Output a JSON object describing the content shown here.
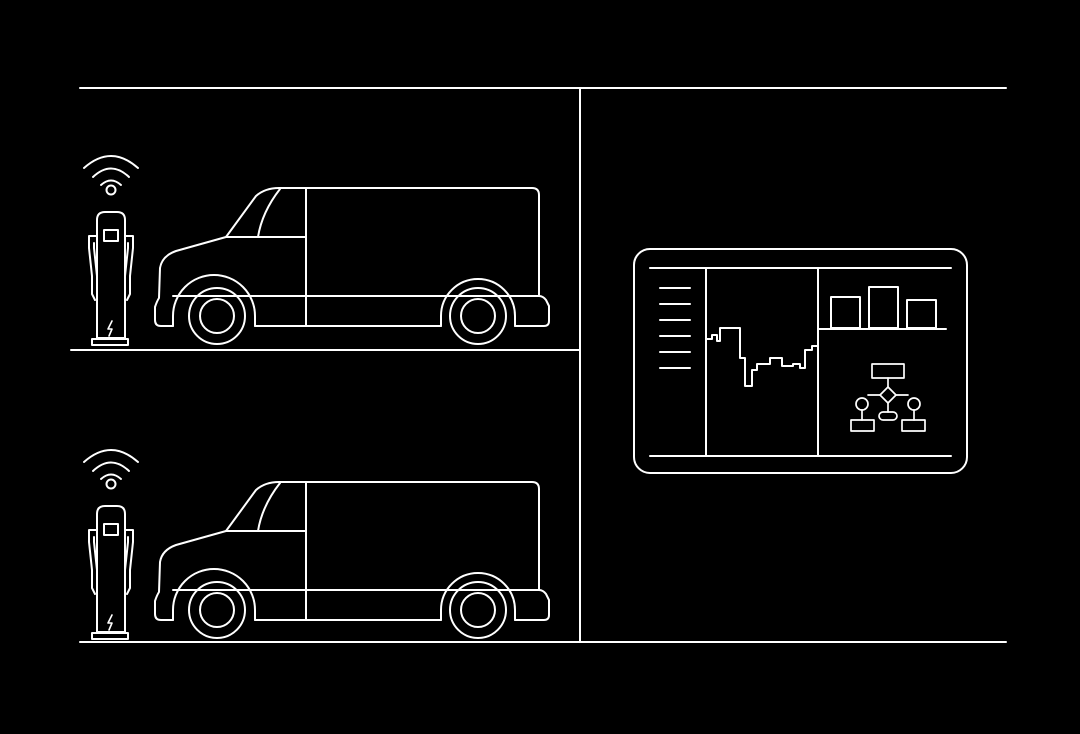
{
  "colors": {
    "background": "#000000",
    "line": "#ffffff"
  },
  "icons": {
    "wireless_signal": "wifi-signal-icon",
    "charging_bolt": "lightning-bolt-icon"
  },
  "bays": [
    {
      "id": "upper",
      "vehicle": "electric-van",
      "charger": "ev-charging-station"
    },
    {
      "id": "lower",
      "vehicle": "electric-van",
      "charger": "ev-charging-station"
    }
  ],
  "dashboard": {
    "sidebar_rows": 6,
    "bar_chart": {
      "values": [
        3,
        4,
        3
      ]
    },
    "flowchart": "decision-flow-diagram"
  }
}
